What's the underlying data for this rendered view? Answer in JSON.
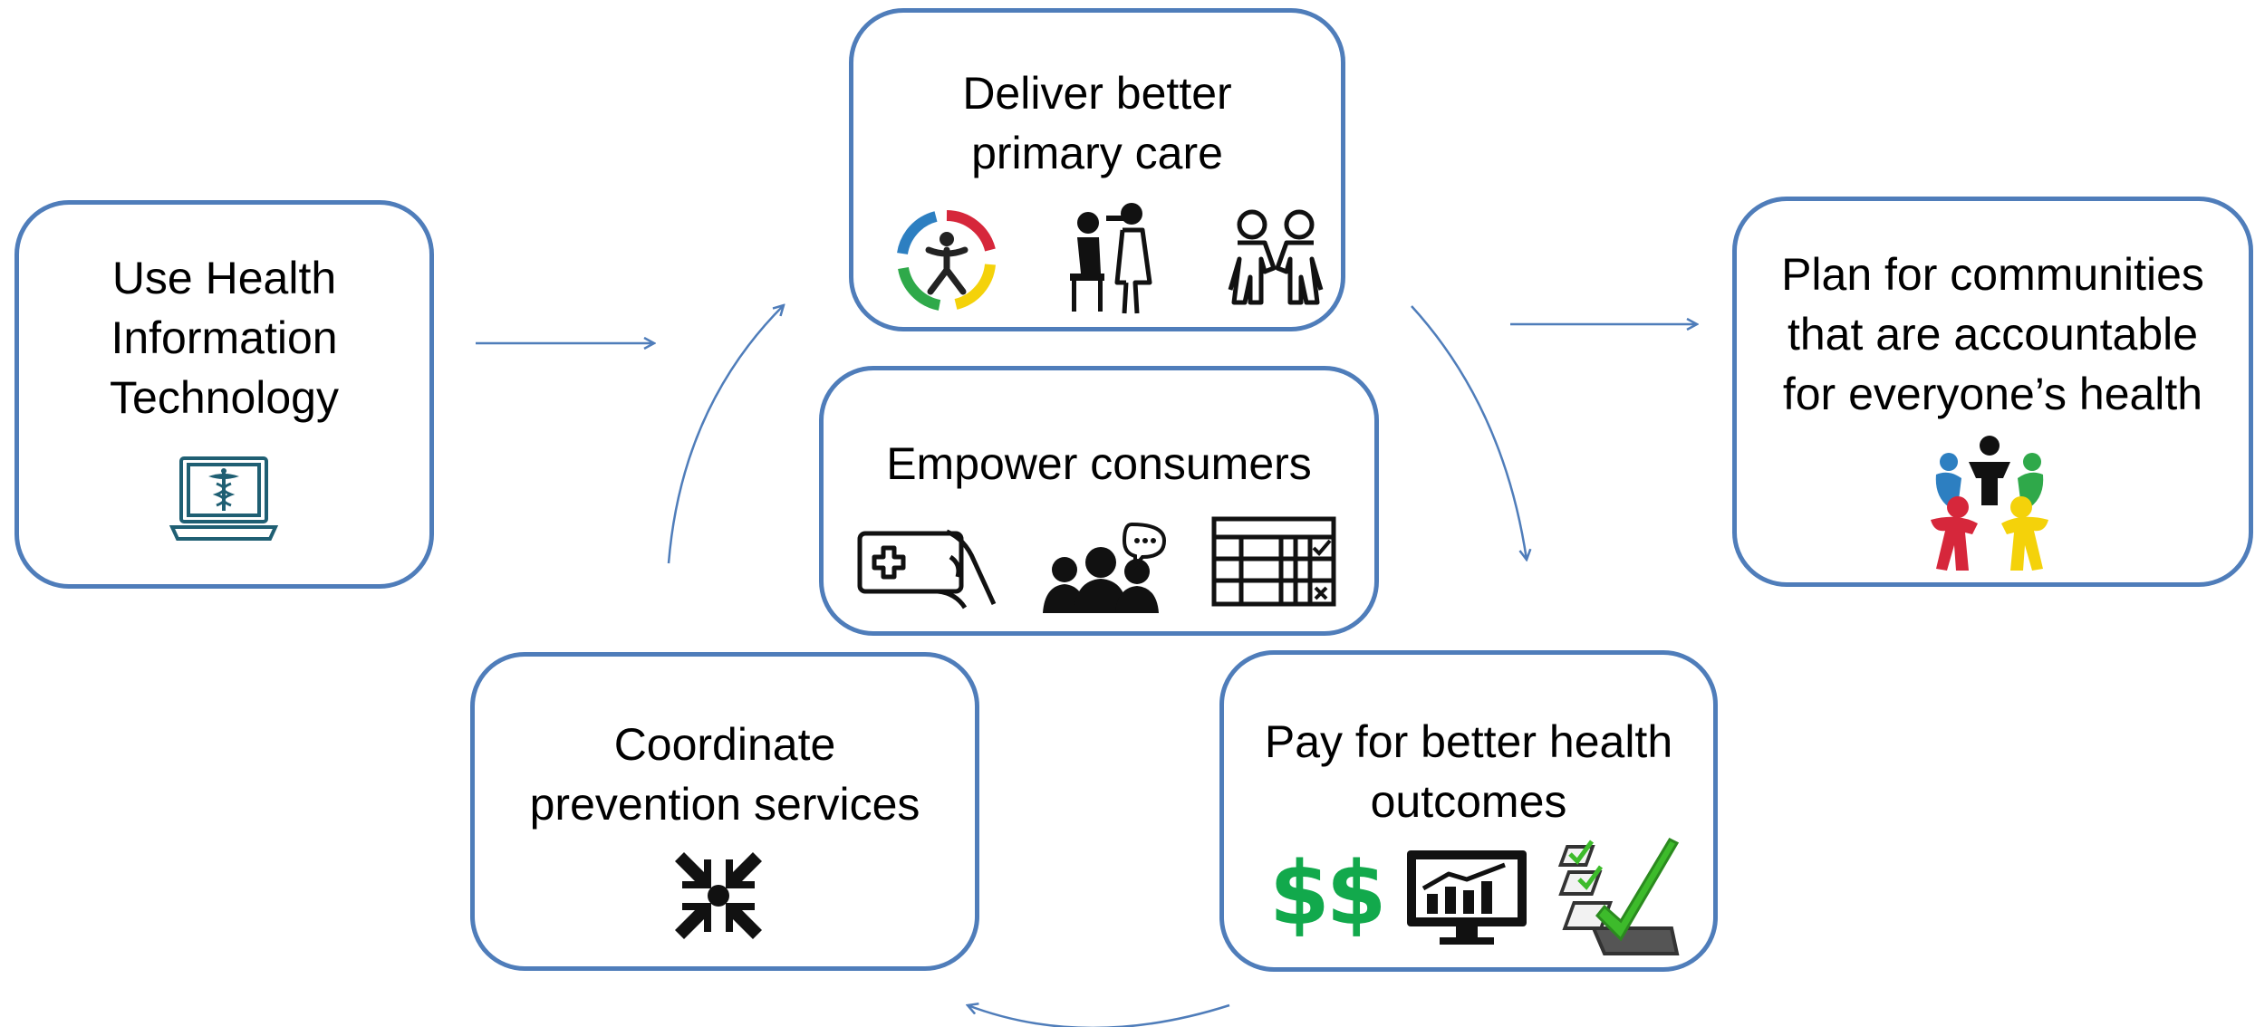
{
  "colors": {
    "box_border": "#4F7DBA",
    "arrow": "#4F7DBA",
    "dollar_green": "#12A94C",
    "check_green": "#3DBB2B",
    "ring_red": "#D6273B",
    "ring_yellow": "#F4D20A",
    "ring_green": "#2FA94A",
    "ring_blue": "#2D7FC1",
    "laptop_teal": "#1F5F73"
  },
  "nodes": {
    "health_it": {
      "label": "Use Health\nInformation\nTechnology",
      "icons": [
        "laptop-medical-icon"
      ]
    },
    "primary_care": {
      "label": "Deliver better\nprimary care",
      "icons": [
        "care-ring-icon",
        "doctor-patient-icon",
        "holding-hands-icon"
      ]
    },
    "empower": {
      "label": "Empower consumers",
      "icons": [
        "health-card-hand-icon",
        "people-chat-icon",
        "checklist-table-icon"
      ]
    },
    "prevention": {
      "label": "Coordinate\nprevention services",
      "icons": [
        "converge-arrows-icon"
      ]
    },
    "pay": {
      "label": "Pay for better health\noutcomes",
      "dollar_text": "$$",
      "icons": [
        "dollar-icon",
        "monitor-chart-icon",
        "checkmark-list-icon"
      ]
    },
    "communities": {
      "label": "Plan for communities\nthat are accountable\nfor everyone’s health",
      "icons": [
        "community-circle-icon"
      ]
    }
  }
}
